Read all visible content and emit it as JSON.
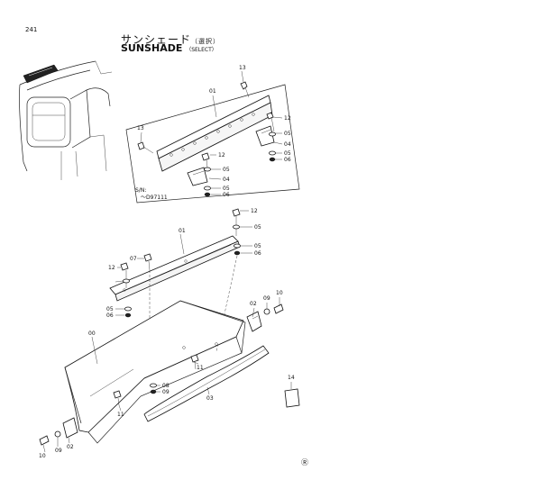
{
  "page": {
    "page_number": "241",
    "title_jp": "サンシェード",
    "title_jp_note": "（選択）",
    "title_en": "SUNSHADE",
    "title_en_note": "（SELECT）",
    "footer_mark": "Ⓡ"
  },
  "serial": {
    "label": "S/N:",
    "value": "～D97111"
  },
  "callouts": {
    "top": [
      "13",
      "01",
      "12",
      "05",
      "04",
      "05",
      "06",
      "13",
      "12",
      "05",
      "04",
      "05",
      "06"
    ],
    "main": [
      "12",
      "05",
      "01",
      "05",
      "06",
      "07",
      "12",
      "05",
      "06",
      "02",
      "10",
      "09",
      "00",
      "11",
      "08",
      "09",
      "03",
      "11",
      "14",
      "10",
      "09",
      "02"
    ]
  }
}
